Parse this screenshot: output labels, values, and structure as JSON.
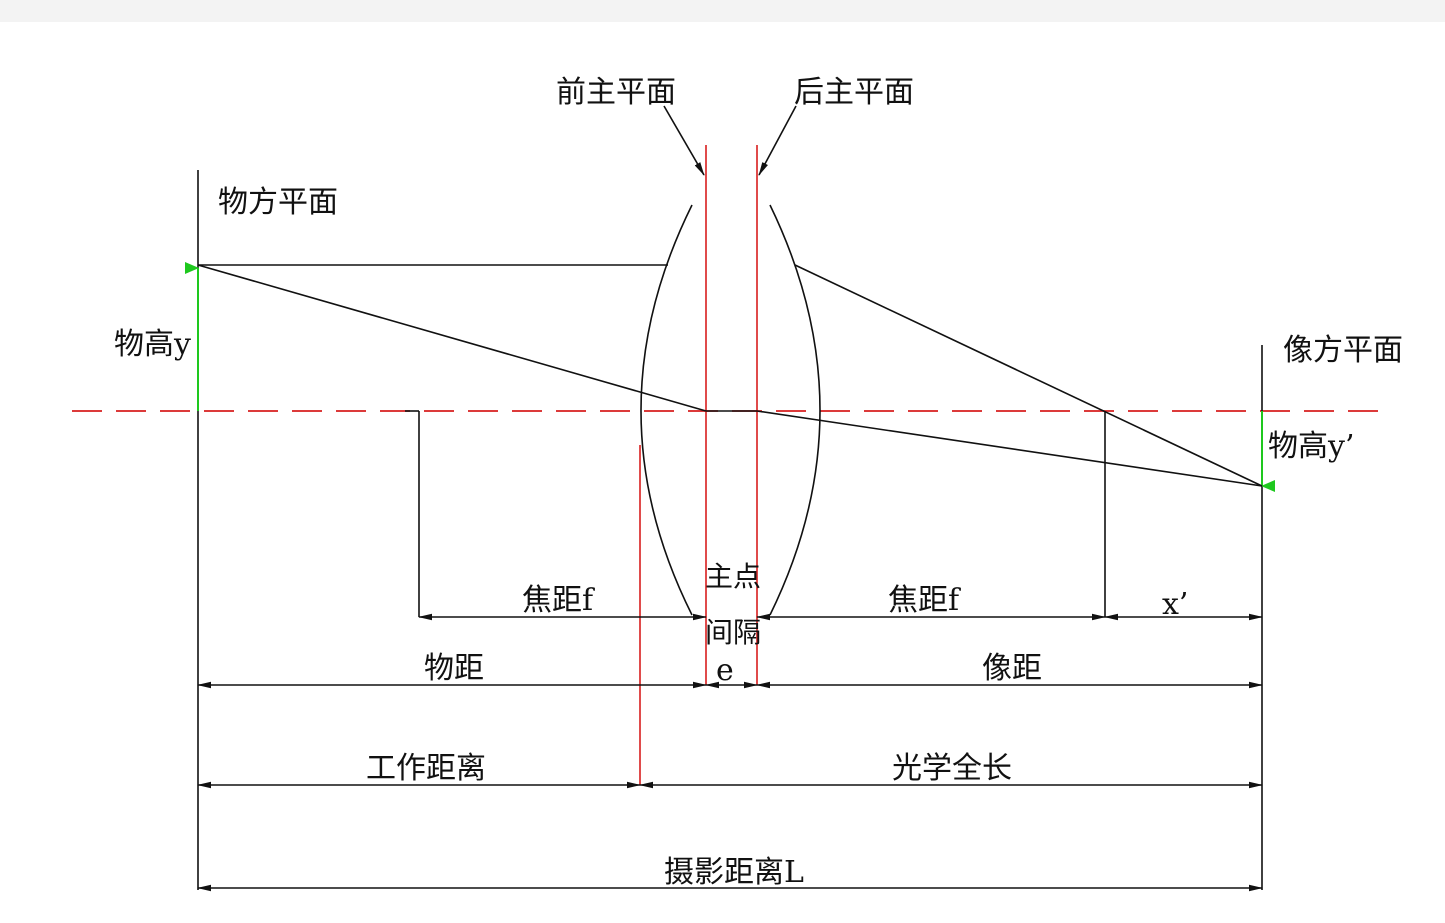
{
  "labels": {
    "front_principal_plane": "前主平面",
    "rear_principal_plane": "后主平面",
    "object_plane": "物方平面",
    "image_plane": "像方平面",
    "object_height": "物高y",
    "image_height": "物高y’",
    "focal_left": "焦距f",
    "focal_right": "焦距f",
    "principal_interval_line1": "主点",
    "principal_interval_line2": "间隔",
    "principal_interval_symbol": "e",
    "x_prime": "x’",
    "object_distance": "物距",
    "image_distance": "像距",
    "working_distance": "工作距离",
    "optical_total_length": "光学全长",
    "shooting_distance": "摄影距离L"
  },
  "colors": {
    "axis_and_principal_planes": "#d81e1e",
    "heights": "#1ec81e",
    "lines": "#111111"
  }
}
